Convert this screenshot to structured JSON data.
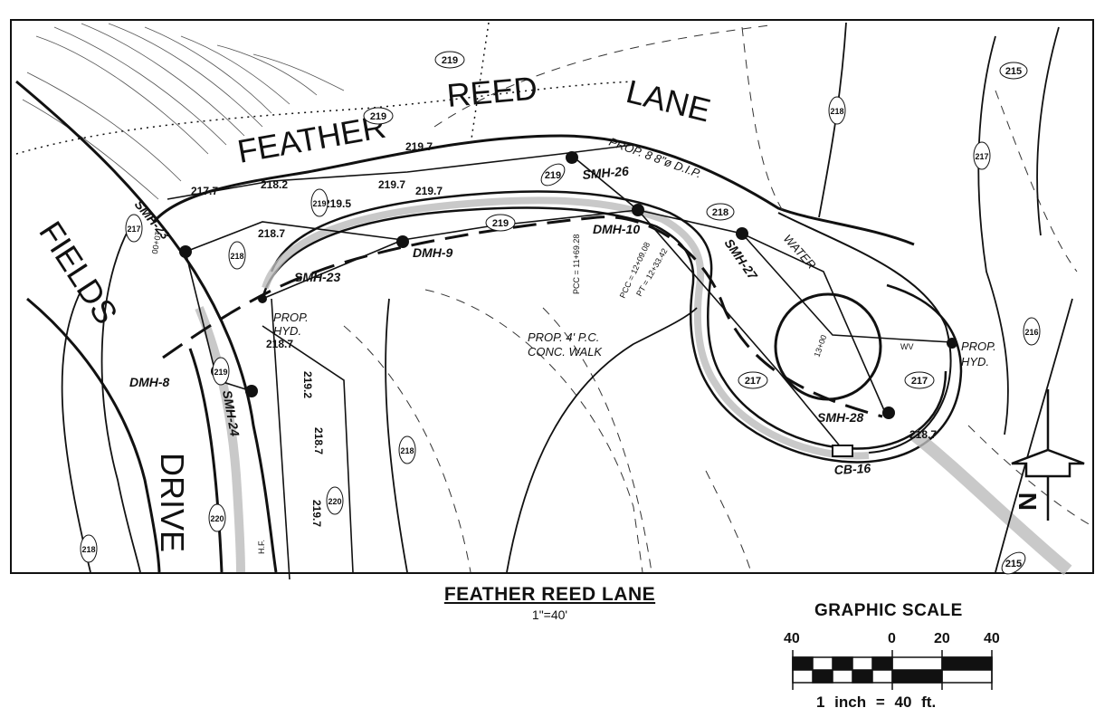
{
  "streets": {
    "main": "FEATHER REED LANE",
    "side_a": "FIELDS",
    "side_b": "DRIVE"
  },
  "structures": {
    "smh23a": "SMH-23",
    "smh23b": "SMH-23",
    "smh24": "SMH-24",
    "smh26": "SMH-26",
    "smh27": "SMH-27",
    "smh28": "SMH-28",
    "dmh8": "DMH-8",
    "dmh9": "DMH-9",
    "dmh10": "DMH-10",
    "cb16": "CB-16"
  },
  "annotations": {
    "pipe_a": "PROP. 8 8\"ø D.I.P.",
    "water": "WATER",
    "hyd_a1": "PROP.",
    "hyd_a2": "HYD.",
    "hyd_b1": "PROP.",
    "hyd_b2": "HYD.",
    "walk1": "PROP. 4' P.C.",
    "walk2": "CONC. WALK",
    "pcc_a": "PCC = 11+69.28",
    "pcc_b": "PCC = 12+09.08",
    "pt": "PT = 12+33.42",
    "sta_10": "10+00",
    "sta_13": "13+00",
    "wv": "WV",
    "hf": "H.F.",
    "north_arrow": "N"
  },
  "spot_elevations": [
    "219.7",
    "217.7",
    "218.2",
    "219.7",
    "219.7",
    "219.5",
    "218.7",
    "218.7",
    "219.2",
    "218.7",
    "219.7",
    "218.7"
  ],
  "contour_labels": [
    "219",
    "219",
    "219",
    "219",
    "219",
    "218",
    "217",
    "217",
    "218",
    "219",
    "220",
    "220",
    "218",
    "215",
    "216",
    "215",
    "218",
    "217",
    "217",
    "218"
  ],
  "title": {
    "main": "FEATHER REED LANE",
    "scale": "1\"=40'"
  },
  "graphic_scale": {
    "title": "GRAPHIC SCALE",
    "ticks": [
      "40",
      "0",
      "20",
      "40"
    ],
    "footer": "1 inch = 40 ft."
  }
}
